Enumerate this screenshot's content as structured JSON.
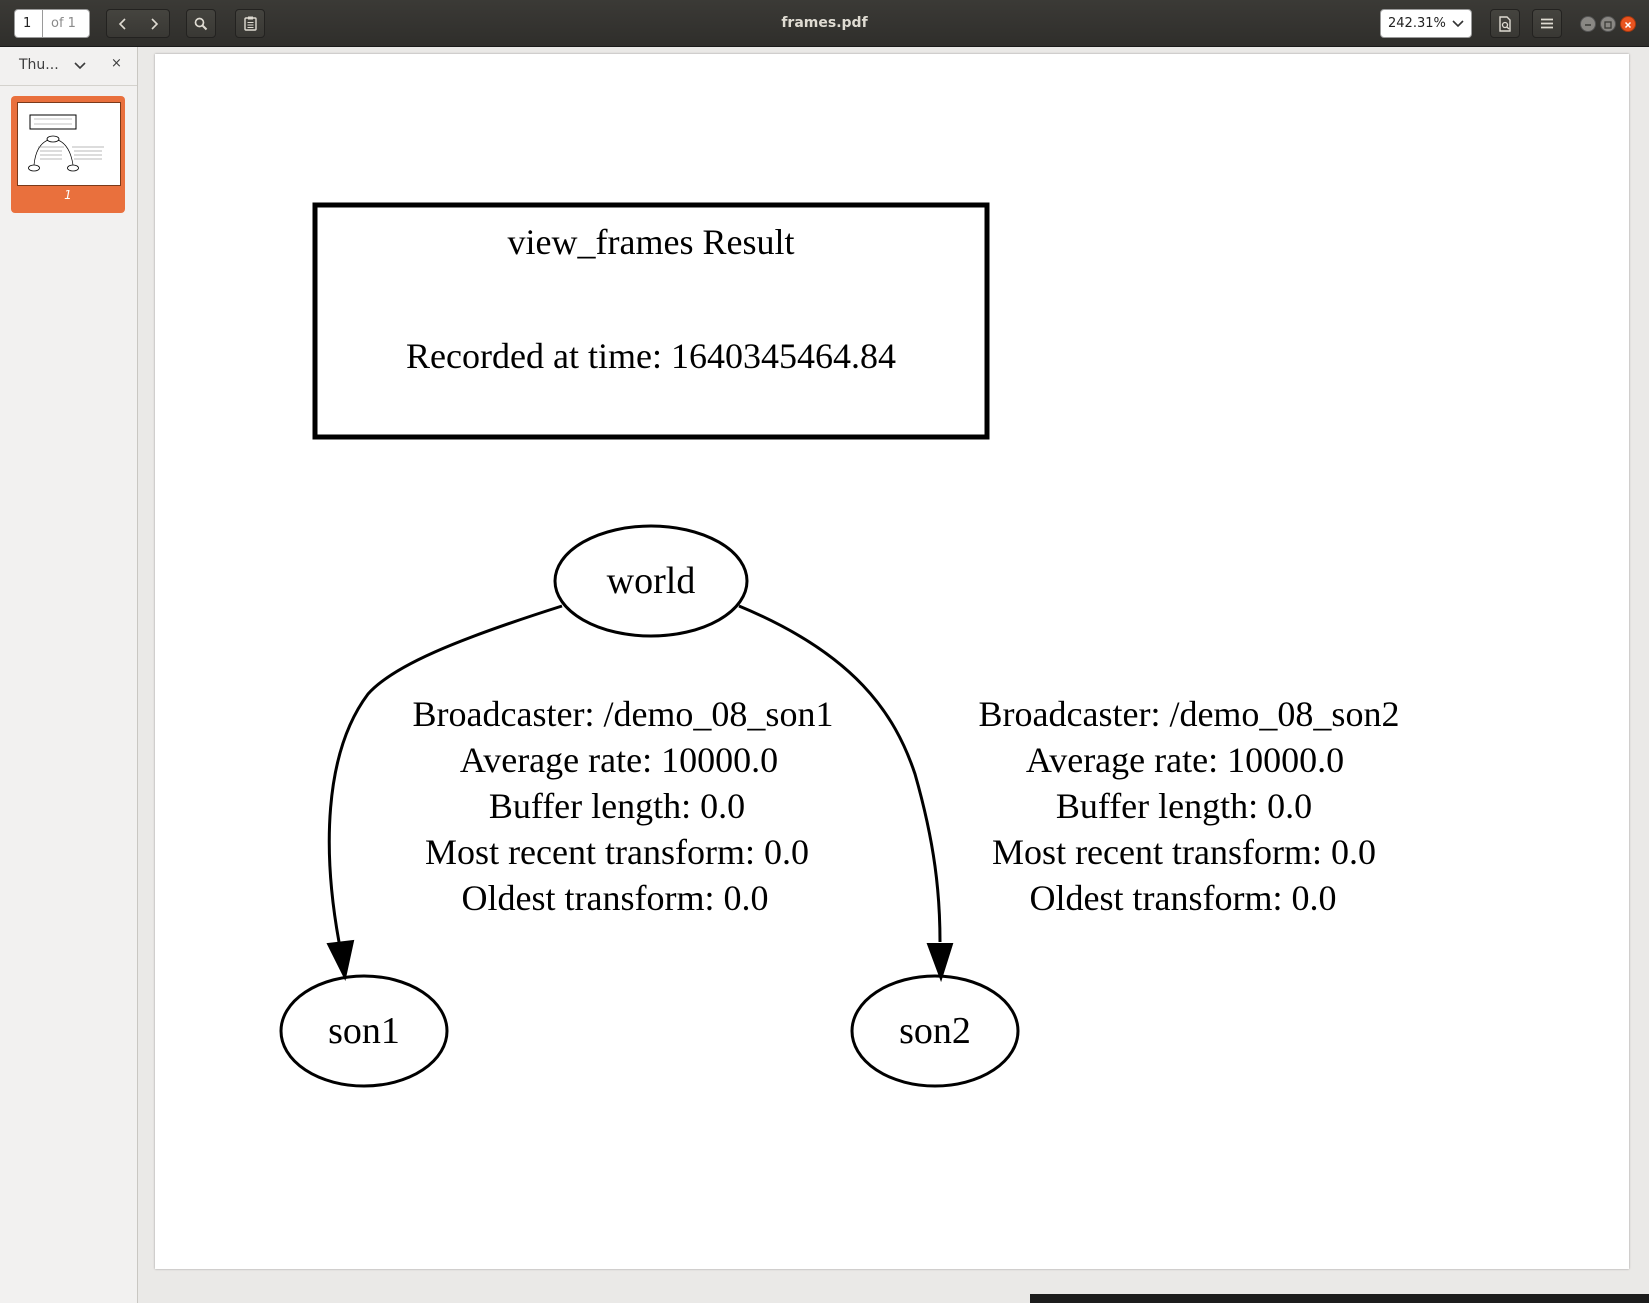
{
  "toolbar": {
    "page_current": "1",
    "page_total": "of 1",
    "window_title": "frames.pdf",
    "zoom": "242.31%"
  },
  "sidebar": {
    "mode_label": "Thu...",
    "close_glyph": "×",
    "thumbnail_page_number": "1"
  },
  "document": {
    "header_title": "view_frames Result",
    "header_time": "Recorded at time: 1640345464.84",
    "nodes": {
      "world": "world",
      "son1": "son1",
      "son2": "son2"
    },
    "edge_son1": [
      "Broadcaster: /demo_08_son1",
      "Average rate: 10000.0",
      "Buffer length: 0.0",
      "Most recent transform: 0.0",
      "Oldest transform: 0.0"
    ],
    "edge_son2": [
      "Broadcaster: /demo_08_son2",
      "Average rate: 10000.0",
      "Buffer length: 0.0",
      "Most recent transform: 0.0",
      "Oldest transform: 0.0"
    ]
  },
  "icons": {
    "prev": "chevron-left-icon",
    "next": "chevron-right-icon",
    "search": "search-icon",
    "annotations": "clipboard-icon",
    "zoom_dropdown": "chevron-down-icon",
    "print": "document-icon",
    "menu": "hamburger-icon",
    "minimize": "minimize-icon",
    "maximize": "maximize-icon",
    "close": "close-icon"
  },
  "colors": {
    "accent": "#e9703d",
    "window_close": "#e95420",
    "titlebar": "#3b3a36"
  }
}
